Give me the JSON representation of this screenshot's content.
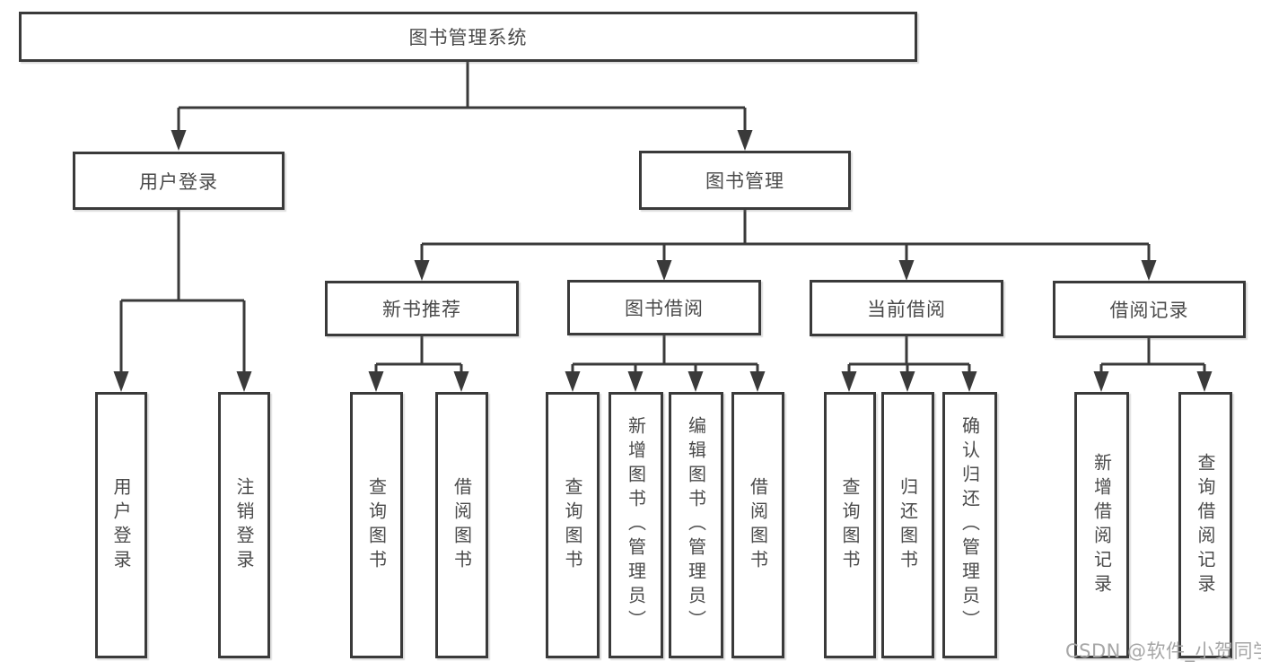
{
  "diagram": {
    "title": "图书管理系统",
    "branches": [
      {
        "label": "用户登录",
        "children": [
          "用户登录",
          "注销登录"
        ]
      },
      {
        "label": "图书管理",
        "groups": [
          {
            "label": "新书推荐",
            "children": [
              "查询图书",
              "借阅图书"
            ]
          },
          {
            "label": "图书借阅",
            "children": [
              "查询图书",
              "新增图书（管理员）",
              "编辑图书（管理员）",
              "借阅图书"
            ]
          },
          {
            "label": "当前借阅",
            "children": [
              "查询图书",
              "归还图书",
              "确认归还（管理员）"
            ]
          },
          {
            "label": "借阅记录",
            "children": [
              "新增借阅记录",
              "查询借阅记录"
            ]
          }
        ]
      }
    ]
  },
  "colors": {
    "line": "#3a3a3a",
    "text": "#4a4a4a",
    "watermark": "#a6a6a6"
  },
  "watermark": "CSDN @软件_小贺同学"
}
